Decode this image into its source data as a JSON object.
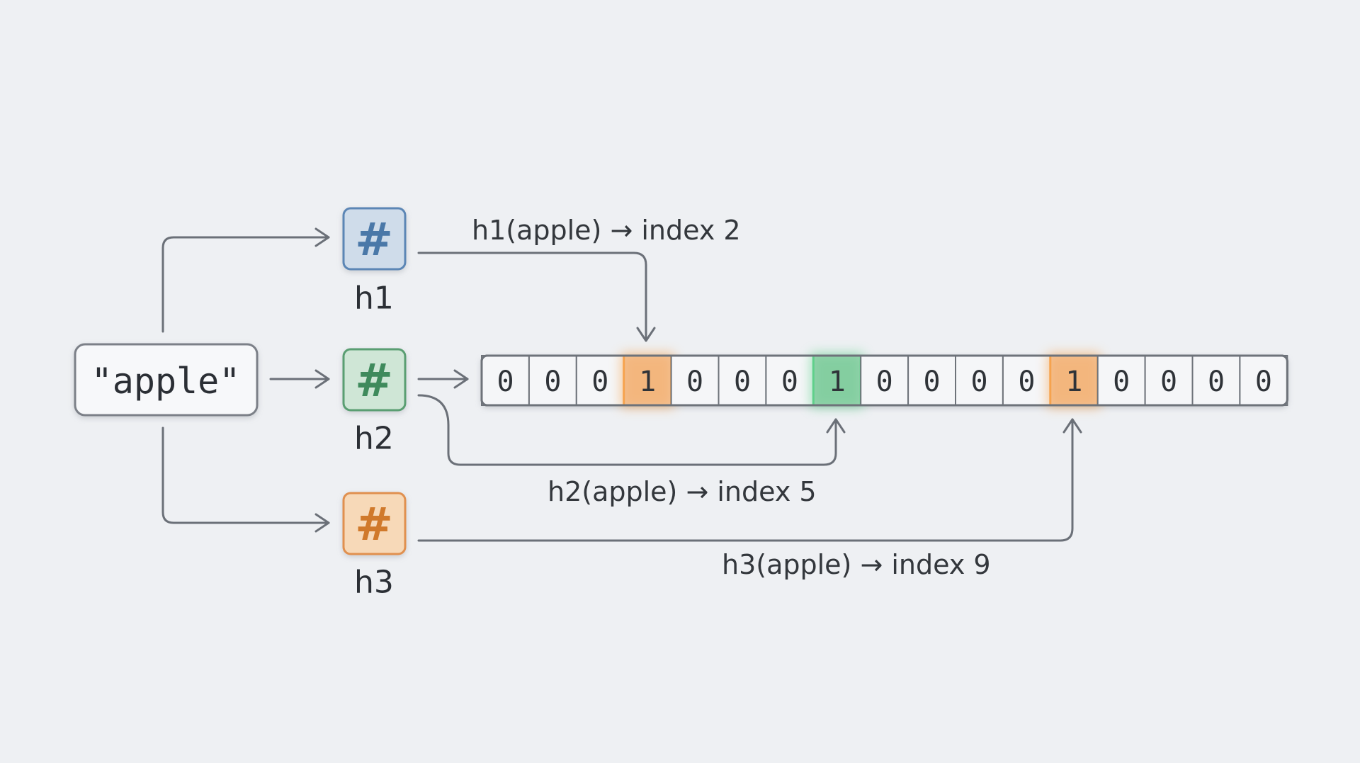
{
  "input": {
    "label": "\"apple\""
  },
  "hashes": [
    {
      "name": "h1",
      "glyph": "#",
      "color": "#4a78a8",
      "fill": "#cfdcea",
      "border": "#5b86b5"
    },
    {
      "name": "h2",
      "glyph": "#",
      "color": "#3f8a5c",
      "fill": "#cfe6d6",
      "border": "#5a9e72"
    },
    {
      "name": "h3",
      "glyph": "#",
      "color": "#d0792b",
      "fill": "#f7d9b8",
      "border": "#e09050"
    }
  ],
  "bit_array": {
    "bits": [
      "0",
      "0",
      "0",
      "1",
      "0",
      "0",
      "0",
      "1",
      "0",
      "0",
      "0",
      "0",
      "1",
      "0",
      "0",
      "0",
      "0"
    ],
    "highlights": [
      {
        "cell": 3,
        "color": "#f0a866",
        "glow": "#f6a34e",
        "text": "#b5621d"
      },
      {
        "cell": 7,
        "color": "#6cc08a",
        "glow": "#5fd08a",
        "text": "#2f7a4a"
      },
      {
        "cell": 12,
        "color": "#f0a866",
        "glow": "#f6a34e",
        "text": "#b5621d"
      }
    ]
  },
  "annotations": {
    "h1": "h1(apple) → index 2",
    "h2": "h2(apple) → index 5",
    "h3": "h3(apple) → index 9"
  },
  "colors": {
    "background": "#eef0f3",
    "wire": "#6b7078",
    "cell_border": "#6e737a",
    "cell_fill": "#f5f6f8"
  }
}
